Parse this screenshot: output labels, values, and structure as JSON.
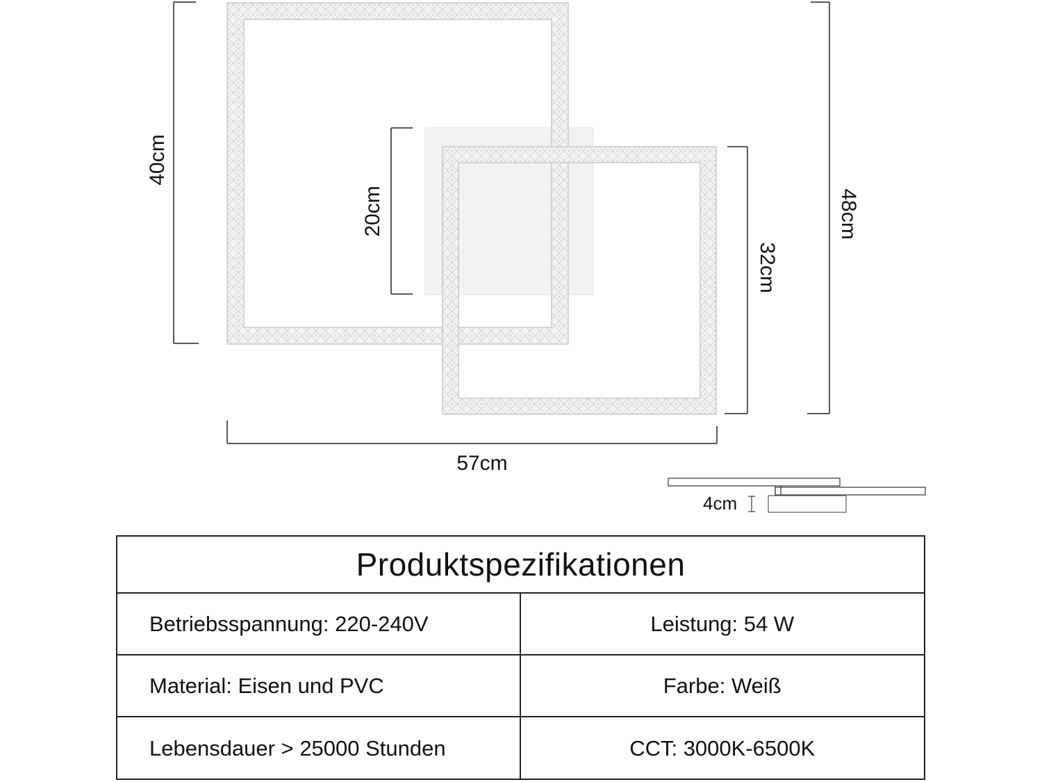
{
  "dimensions": {
    "height_outer_left": "40cm",
    "height_center_plate": "20cm",
    "height_right_frame": "32cm",
    "height_total": "48cm",
    "width_total": "57cm",
    "depth": "4cm"
  },
  "spec_table": {
    "title": "Produktspezifikationen",
    "rows": [
      {
        "left": "Betriebsspannung: 220-240V",
        "right": "Leistung: 54 W"
      },
      {
        "left": "Material: Eisen und PVC",
        "right": "Farbe: Weiß"
      },
      {
        "left": "Lebensdauer > 25000 Stunden",
        "right": "CCT: 3000K-6500K"
      }
    ]
  },
  "colors": {
    "frame_fill": "#f1f1f1",
    "frame_edge": "#c9c9c9",
    "line": "#222222"
  }
}
